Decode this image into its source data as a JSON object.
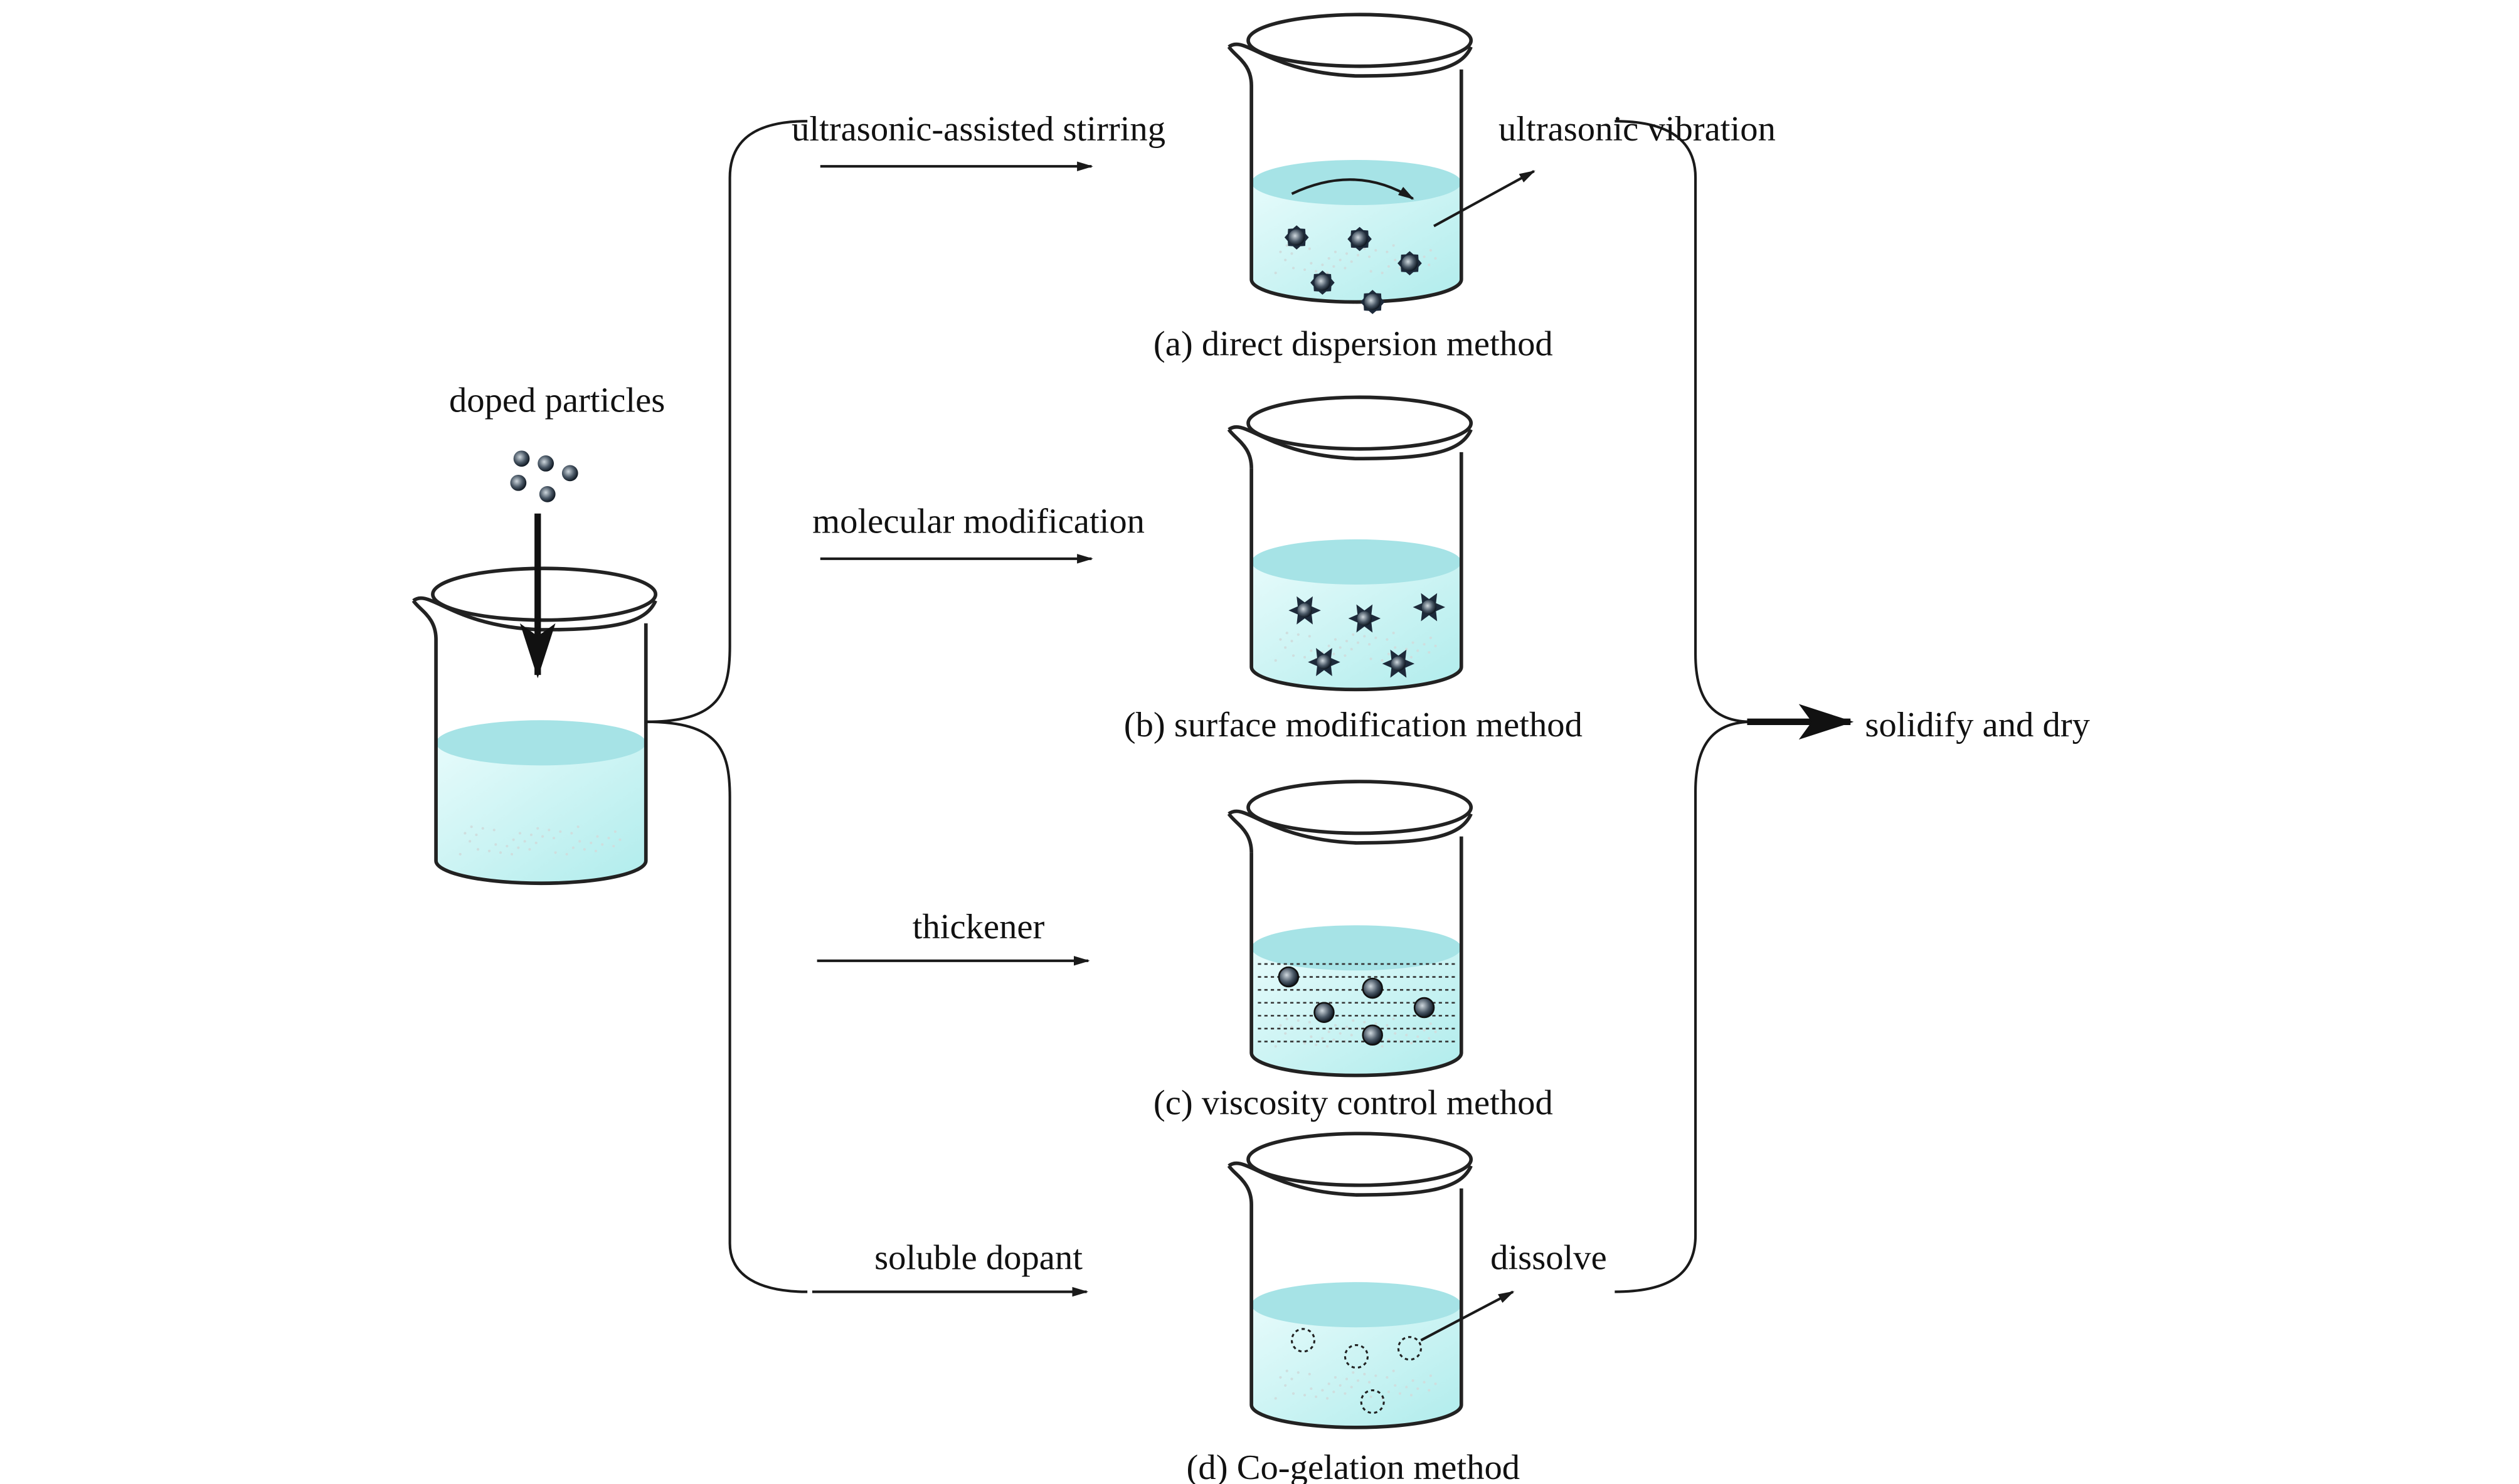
{
  "source": {
    "label": "doped particles"
  },
  "methods": [
    {
      "process": "ultrasonic-assisted stirring",
      "caption": "(a) direct dispersion method",
      "annotation": "ultrasonic vibration",
      "particle": "dispersed"
    },
    {
      "process": "molecular modification",
      "caption": "(b) surface modification method",
      "annotation": "",
      "particle": "modified"
    },
    {
      "process": "thickener",
      "caption": "(c) viscosity control method",
      "annotation": "",
      "particle": "viscous"
    },
    {
      "process": "soluble dopant",
      "caption": "(d) Co-gelation method",
      "annotation": "dissolve",
      "particle": "dissolved"
    }
  ],
  "result": {
    "label": "solidify and dry"
  },
  "colors": {
    "liquid": "#b8eeee",
    "liquid_top": "#a6e3e6",
    "particle": "#1d2a3a",
    "line": "#1a1a1a"
  }
}
